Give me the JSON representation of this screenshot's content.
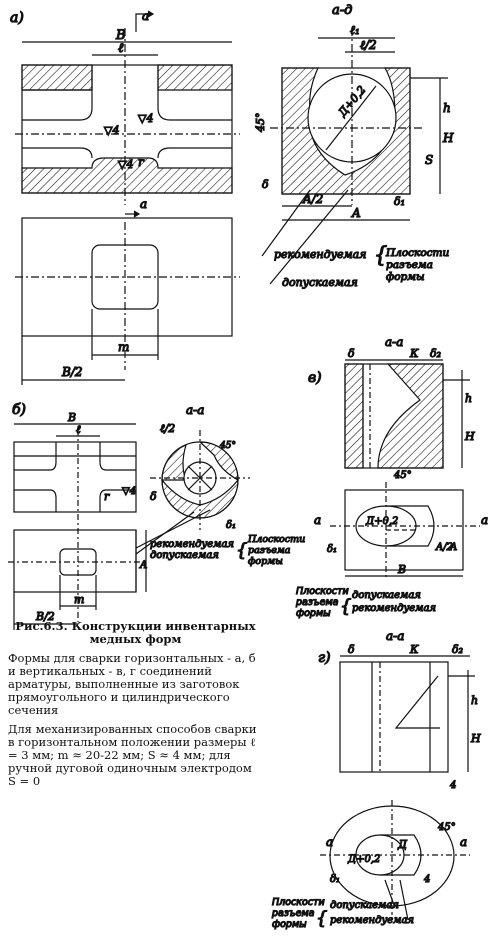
{
  "panel_labels": {
    "a": "а)",
    "b": "б)",
    "v": "в)",
    "g": "г)"
  },
  "section_labels": {
    "a_d": "а-д",
    "a_a": "а-а"
  },
  "dims": {
    "B": "В",
    "l": "ℓ",
    "l1": "ℓ₁",
    "l_half": "ℓ/2",
    "h": "h",
    "H": "H",
    "S": "S",
    "A": "A",
    "A_half": "A/2",
    "delta": "δ",
    "delta1": "δ₁",
    "delta2": "δ₂",
    "m": "m",
    "B_half": "В/2",
    "K": "К",
    "r": "r",
    "a": "а",
    "angle45": "45°",
    "diam": "Д+0,2",
    "rough4": "▽4"
  },
  "callouts": {
    "recommended": "рекомендуемая",
    "allowed": "допускаемая",
    "planes": "Плоскости\nразъема\nформы"
  },
  "caption": {
    "title": "Рис.6.3. Конструкции инвентарных медных форм",
    "para1": "Формы для сварки горизонтальных - а, б и вертикальных - в, г соединений арматуры, выполненные из заготовок прямоугольного и цилиндрического сечения",
    "para2": "Для механизированных способов сварки в горизонтальном положении размеры ℓ = 3 мм; m ≈ 20-22 мм; S ≈ 4 мм; для ручной дуговой одиночным электродом S = 0"
  }
}
